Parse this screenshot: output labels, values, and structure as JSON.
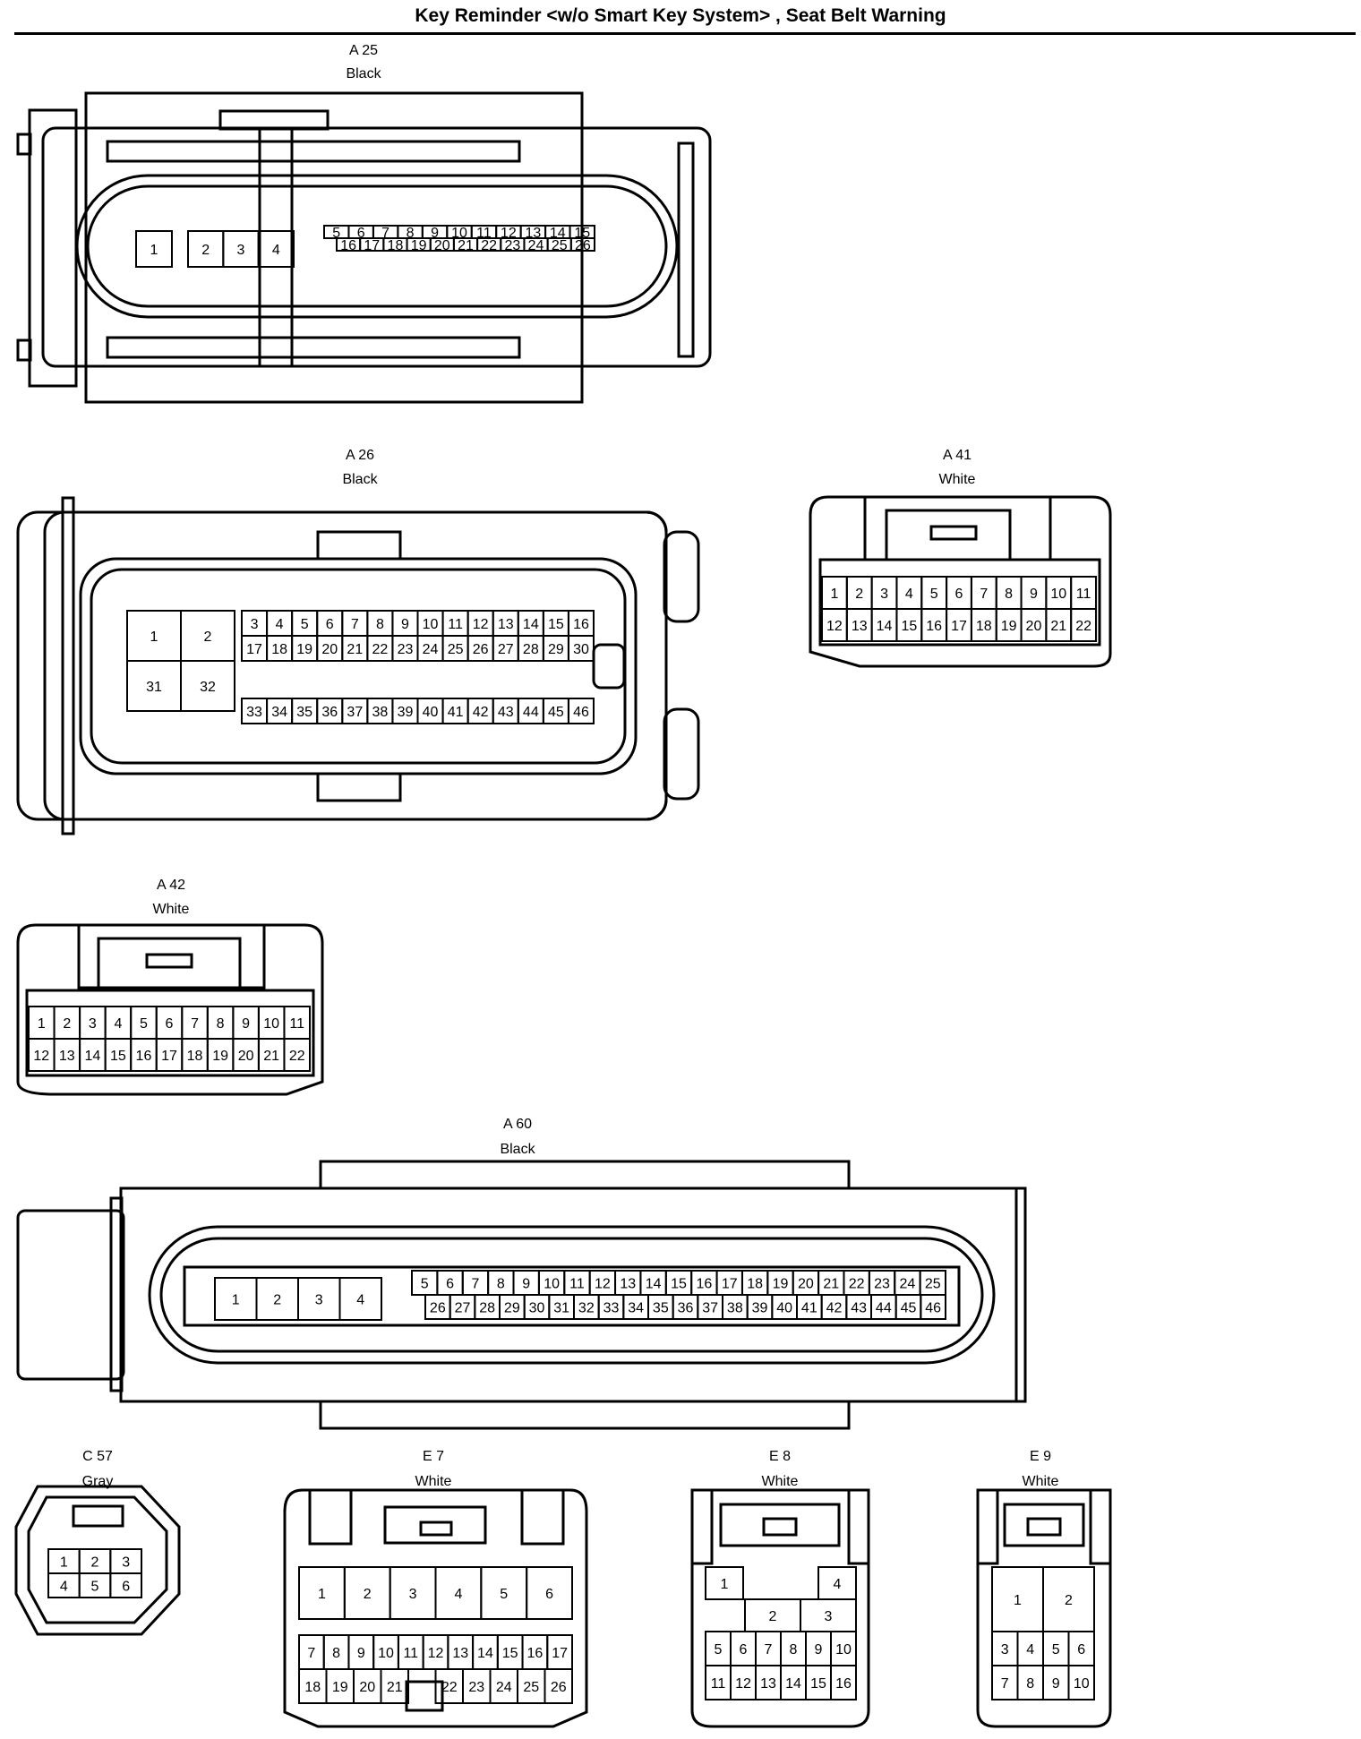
{
  "title": "Key Reminder <w/o Smart Key System> , Seat Belt Warning",
  "connectors": [
    {
      "id": "A 25",
      "color": "Black",
      "groups": [
        [
          [
            "1"
          ]
        ],
        [
          [
            "2",
            "3",
            "4"
          ]
        ],
        [
          [
            "5",
            "6",
            "7",
            "8",
            "9",
            "10",
            "11",
            "12",
            "13",
            "14",
            "15"
          ],
          [
            "16",
            "17",
            "18",
            "19",
            "20",
            "21",
            "22",
            "23",
            "24",
            "25",
            "26"
          ]
        ]
      ]
    },
    {
      "id": "A 26",
      "color": "Black",
      "groups": [
        [
          [
            "1",
            "2"
          ],
          [
            "31",
            "32"
          ]
        ],
        [
          [
            "3",
            "4",
            "5",
            "6",
            "7",
            "8",
            "9",
            "10",
            "11",
            "12",
            "13",
            "14",
            "15",
            "16"
          ],
          [
            "17",
            "18",
            "19",
            "20",
            "21",
            "22",
            "23",
            "24",
            "25",
            "26",
            "27",
            "28",
            "29",
            "30"
          ]
        ],
        [
          [
            "33",
            "34",
            "35",
            "36",
            "37",
            "38",
            "39",
            "40",
            "41",
            "42",
            "43",
            "44",
            "45",
            "46"
          ]
        ]
      ]
    },
    {
      "id": "A 41",
      "color": "White",
      "groups": [
        [
          [
            "1",
            "2",
            "3",
            "4",
            "5",
            "6",
            "7",
            "8",
            "9",
            "10",
            "11"
          ],
          [
            "12",
            "13",
            "14",
            "15",
            "16",
            "17",
            "18",
            "19",
            "20",
            "21",
            "22"
          ]
        ]
      ]
    },
    {
      "id": "A 42",
      "color": "White",
      "groups": [
        [
          [
            "1",
            "2",
            "3",
            "4",
            "5",
            "6",
            "7",
            "8",
            "9",
            "10",
            "11"
          ],
          [
            "12",
            "13",
            "14",
            "15",
            "16",
            "17",
            "18",
            "19",
            "20",
            "21",
            "22"
          ]
        ]
      ]
    },
    {
      "id": "A 60",
      "color": "Black",
      "groups": [
        [
          [
            "1",
            "2",
            "3",
            "4"
          ]
        ],
        [
          [
            "5",
            "6",
            "7",
            "8",
            "9",
            "10",
            "11",
            "12",
            "13",
            "14",
            "15",
            "16",
            "17",
            "18",
            "19",
            "20",
            "21",
            "22",
            "23",
            "24",
            "25"
          ],
          [
            "26",
            "27",
            "28",
            "29",
            "30",
            "31",
            "32",
            "33",
            "34",
            "35",
            "36",
            "37",
            "38",
            "39",
            "40",
            "41",
            "42",
            "43",
            "44",
            "45",
            "46"
          ]
        ]
      ]
    },
    {
      "id": "C 57",
      "color": "Gray",
      "groups": [
        [
          [
            "1",
            "2",
            "3"
          ],
          [
            "4",
            "5",
            "6"
          ]
        ]
      ]
    },
    {
      "id": "E 7",
      "color": "White",
      "groups": [
        [
          [
            "1",
            "2",
            "3",
            "4",
            "5",
            "6"
          ]
        ],
        [
          [
            "7",
            "8",
            "9",
            "10",
            "11",
            "12",
            "13",
            "14",
            "15",
            "16",
            "17"
          ],
          [
            "18",
            "19",
            "20",
            "21",
            "",
            "22",
            "23",
            "24",
            "25",
            "26"
          ]
        ]
      ]
    },
    {
      "id": "E 8",
      "color": "White",
      "groups": [
        [
          [
            "1",
            "",
            "",
            "4"
          ],
          [
            "2",
            "3"
          ]
        ],
        [
          [
            "5",
            "6",
            "7",
            "8",
            "9",
            "10"
          ],
          [
            "11",
            "12",
            "13",
            "14",
            "15",
            "16"
          ]
        ]
      ]
    },
    {
      "id": "E 9",
      "color": "White",
      "groups": [
        [
          [
            "1",
            "2"
          ]
        ],
        [
          [
            "3",
            "4",
            "5",
            "6"
          ],
          [
            "7",
            "8",
            "9",
            "10"
          ]
        ]
      ]
    }
  ]
}
